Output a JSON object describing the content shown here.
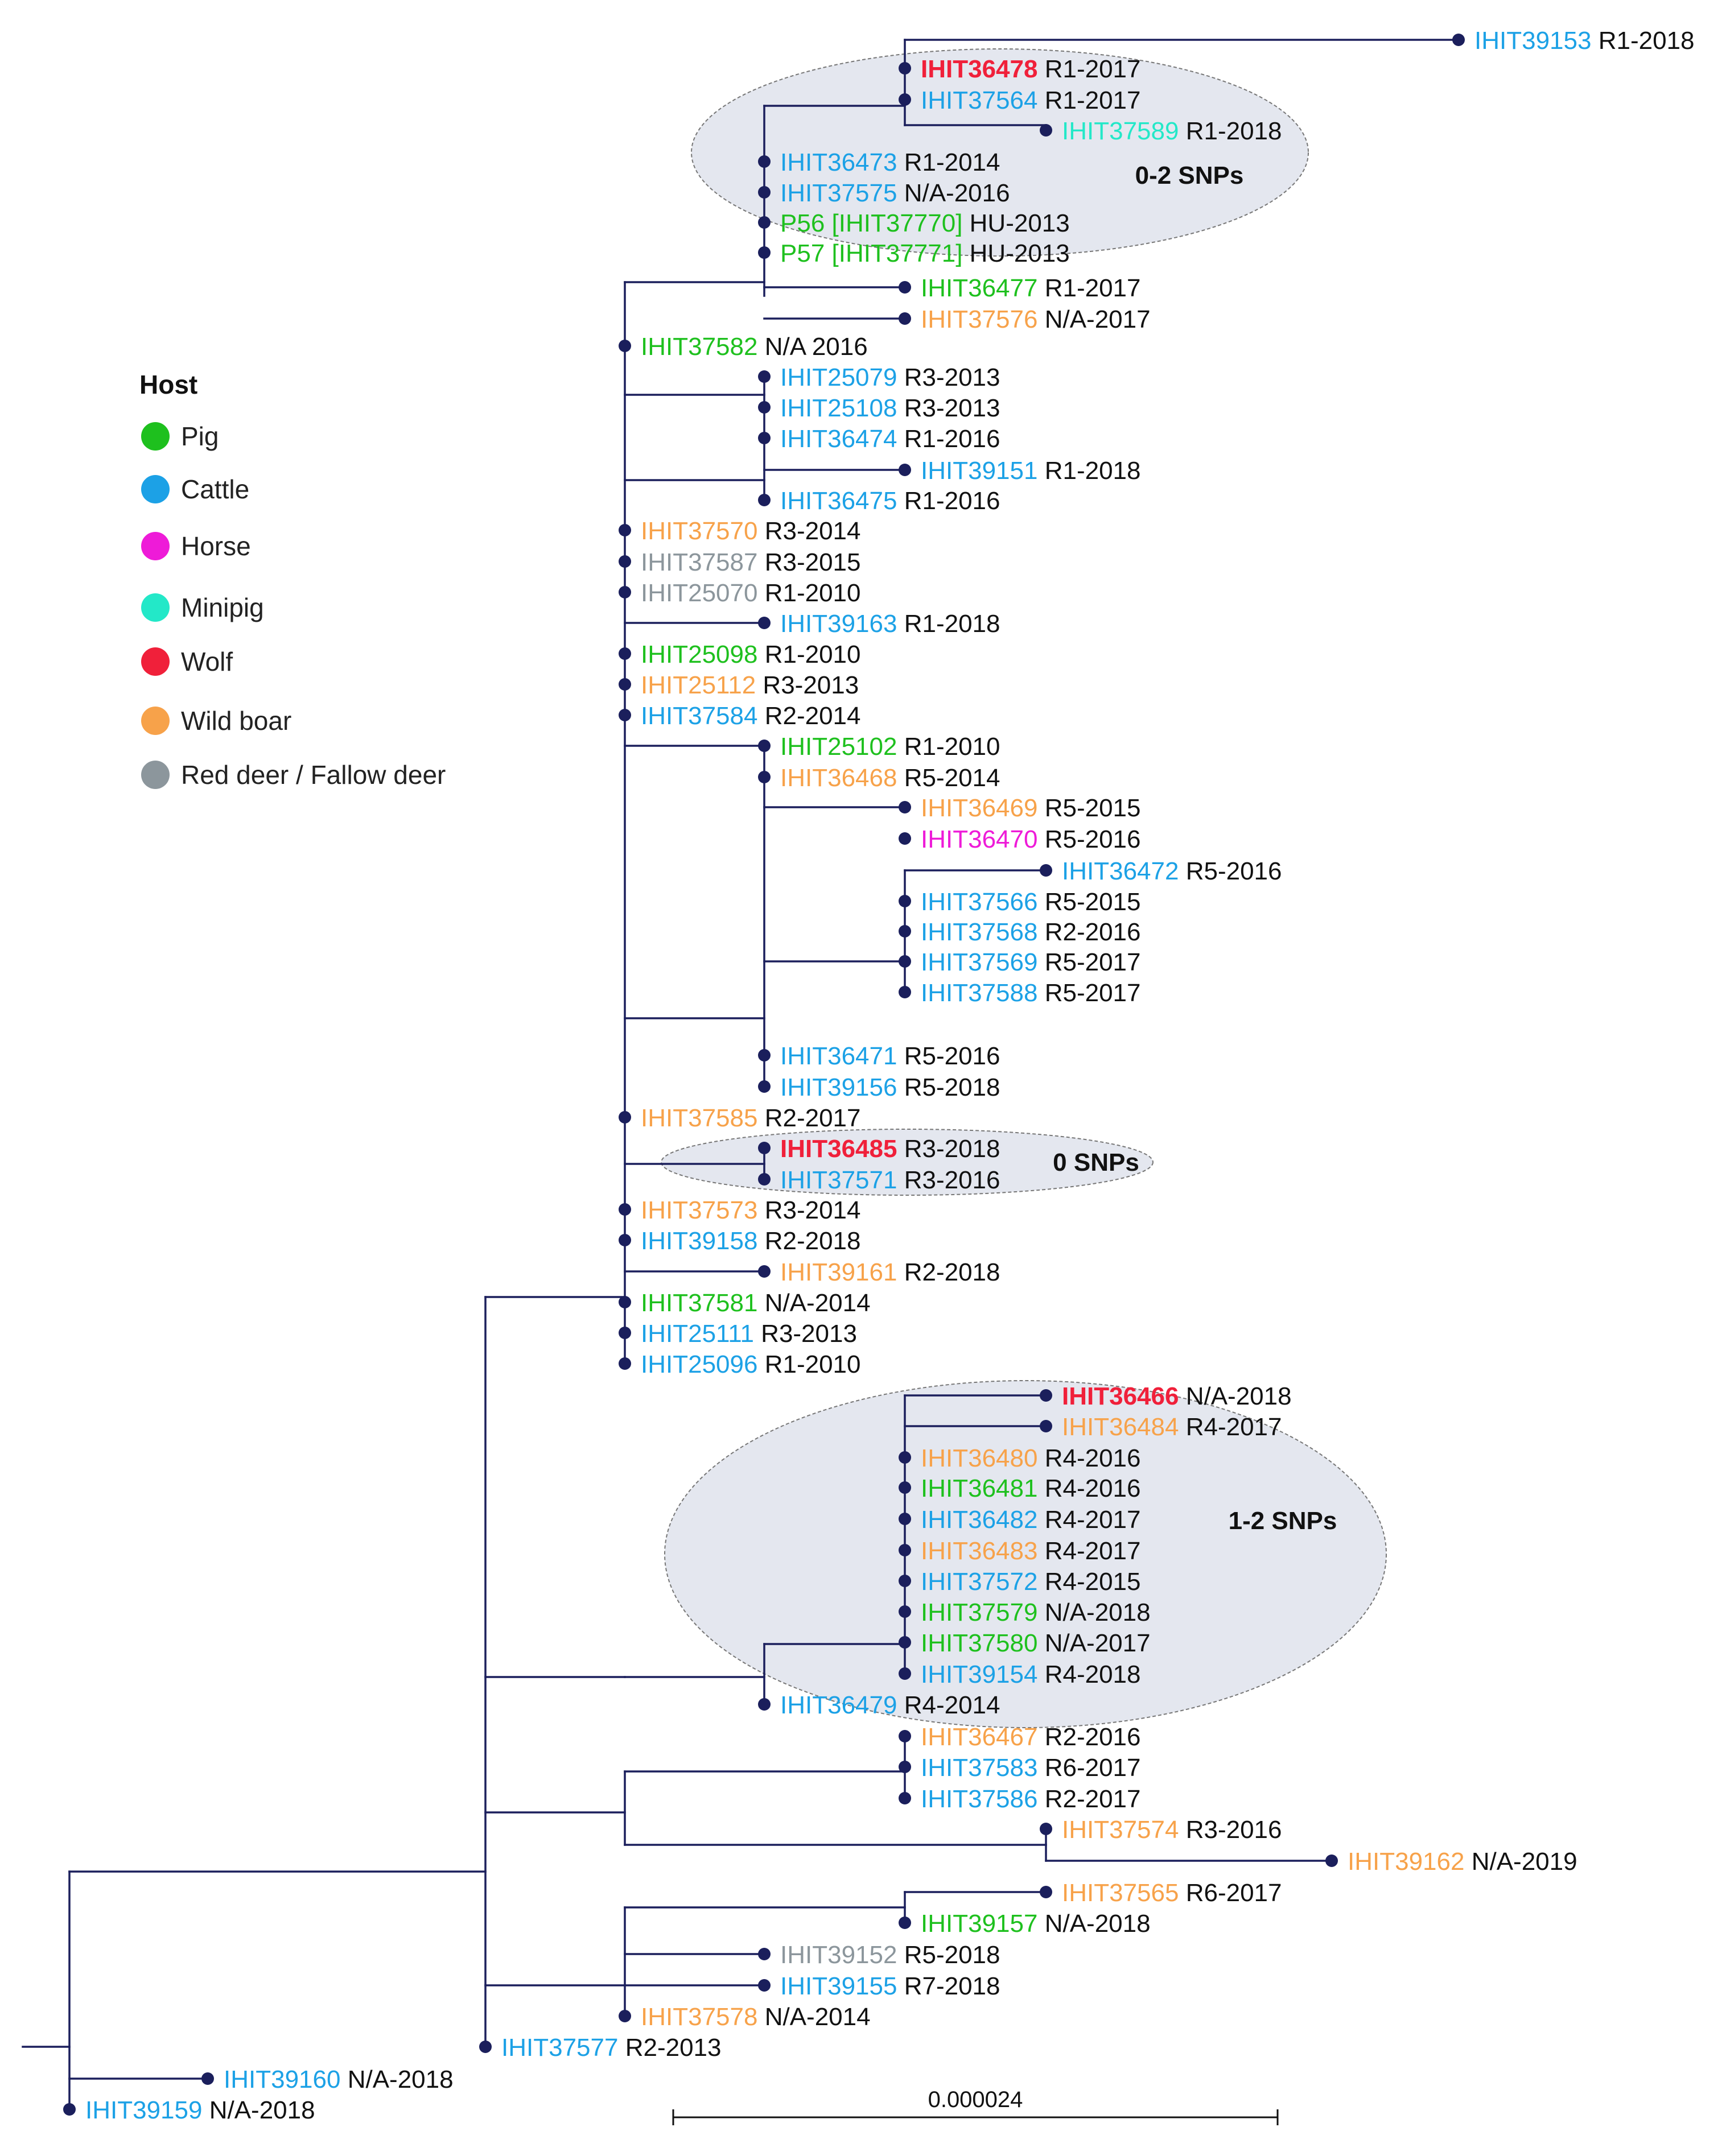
{
  "colors": {
    "branch": "#1b1f5c",
    "suffix": "#111111",
    "Pig": "#1ec01e",
    "Cattle": "#1ca1e6",
    "Horse": "#ee1bd8",
    "Minipig": "#23e8c8",
    "Wolf": "#f0203a",
    "Wild boar": "#f7a24a",
    "Red deer / Fallow deer": "#8c969c",
    "cluster_fill": "#e3e6ee",
    "cluster_stroke": "#777777"
  },
  "legend": {
    "title": "Host",
    "items": [
      {
        "label": "Pig",
        "color": "#1ec01e"
      },
      {
        "label": "Cattle",
        "color": "#1ca1e6"
      },
      {
        "label": "Horse",
        "color": "#ee1bd8"
      },
      {
        "label": "Minipig",
        "color": "#23e8c8"
      },
      {
        "label": "Wolf",
        "color": "#f0203a"
      },
      {
        "label": "Wild boar",
        "color": "#f7a24a"
      },
      {
        "label": "Red deer / Fallow deer",
        "color": "#8c969c"
      }
    ]
  },
  "clusters": [
    {
      "label": "0-2 SNPs"
    },
    {
      "label": "0 SNPs"
    },
    {
      "label": "1-2 SNPs"
    }
  ],
  "scale": {
    "label": "0.000024"
  },
  "tips": [
    {
      "id": "IHIT39153",
      "suffix": "R1-2018",
      "host": "Cattle"
    },
    {
      "id": "IHIT36478",
      "suffix": "R1-2017",
      "host": "Wolf",
      "bold": true
    },
    {
      "id": "IHIT37564",
      "suffix": "R1-2017",
      "host": "Cattle"
    },
    {
      "id": "IHIT37589",
      "suffix": "R1-2018",
      "host": "Minipig"
    },
    {
      "id": "IHIT36473",
      "suffix": "R1-2014",
      "host": "Cattle"
    },
    {
      "id": "IHIT37575",
      "suffix": "N/A-2016",
      "host": "Cattle"
    },
    {
      "id": "P56 [IHIT37770]",
      "suffix": "HU-2013",
      "host": "Pig"
    },
    {
      "id": "P57 [IHIT37771]",
      "suffix": "HU-2013",
      "host": "Pig"
    },
    {
      "id": "IHIT36477",
      "suffix": "R1-2017",
      "host": "Pig"
    },
    {
      "id": "IHIT37576",
      "suffix": "N/A-2017",
      "host": "Wild boar"
    },
    {
      "id": "IHIT37582",
      "suffix": "N/A 2016",
      "host": "Pig"
    },
    {
      "id": "IHIT25079",
      "suffix": "R3-2013",
      "host": "Cattle"
    },
    {
      "id": "IHIT25108",
      "suffix": "R3-2013",
      "host": "Cattle"
    },
    {
      "id": "IHIT36474",
      "suffix": "R1-2016",
      "host": "Cattle"
    },
    {
      "id": "IHIT39151",
      "suffix": "R1-2018",
      "host": "Cattle"
    },
    {
      "id": "IHIT36475",
      "suffix": "R1-2016",
      "host": "Cattle"
    },
    {
      "id": "IHIT37570",
      "suffix": "R3-2014",
      "host": "Wild boar"
    },
    {
      "id": "IHIT37587",
      "suffix": "R3-2015",
      "host": "Red deer / Fallow deer"
    },
    {
      "id": "IHIT25070",
      "suffix": "R1-2010",
      "host": "Red deer / Fallow deer"
    },
    {
      "id": "IHIT39163",
      "suffix": "R1-2018",
      "host": "Cattle"
    },
    {
      "id": "IHIT25098",
      "suffix": "R1-2010",
      "host": "Pig"
    },
    {
      "id": "IHIT25112",
      "suffix": "R3-2013",
      "host": "Wild boar"
    },
    {
      "id": "IHIT37584",
      "suffix": "R2-2014",
      "host": "Cattle"
    },
    {
      "id": "IHIT25102",
      "suffix": "R1-2010",
      "host": "Pig"
    },
    {
      "id": "IHIT36468",
      "suffix": "R5-2014",
      "host": "Wild boar"
    },
    {
      "id": "IHIT36469",
      "suffix": "R5-2015",
      "host": "Wild boar"
    },
    {
      "id": "IHIT36470",
      "suffix": "R5-2016",
      "host": "Horse"
    },
    {
      "id": "IHIT36472",
      "suffix": "R5-2016",
      "host": "Cattle"
    },
    {
      "id": "IHIT37566",
      "suffix": "R5-2015",
      "host": "Cattle"
    },
    {
      "id": "IHIT37568",
      "suffix": "R2-2016",
      "host": "Cattle"
    },
    {
      "id": "IHIT37569",
      "suffix": "R5-2017",
      "host": "Cattle"
    },
    {
      "id": "IHIT37588",
      "suffix": "R5-2017",
      "host": "Cattle"
    },
    {
      "id": "IHIT36471",
      "suffix": "R5-2016",
      "host": "Cattle"
    },
    {
      "id": "IHIT39156",
      "suffix": "R5-2018",
      "host": "Cattle"
    },
    {
      "id": "IHIT37585",
      "suffix": "R2-2017",
      "host": "Wild boar"
    },
    {
      "id": "IHIT36485",
      "suffix": "R3-2018",
      "host": "Wolf",
      "bold": true
    },
    {
      "id": "IHIT37571",
      "suffix": "R3-2016",
      "host": "Cattle"
    },
    {
      "id": "IHIT37573",
      "suffix": "R3-2014",
      "host": "Wild boar"
    },
    {
      "id": "IHIT39158",
      "suffix": "R2-2018",
      "host": "Cattle"
    },
    {
      "id": "IHIT39161",
      "suffix": "R2-2018",
      "host": "Wild boar"
    },
    {
      "id": "IHIT37581",
      "suffix": "N/A-2014",
      "host": "Pig"
    },
    {
      "id": "IHIT25111",
      "suffix": "R3-2013",
      "host": "Cattle"
    },
    {
      "id": "IHIT25096",
      "suffix": "R1-2010",
      "host": "Cattle"
    },
    {
      "id": "IHIT36466",
      "suffix": "N/A-2018",
      "host": "Wolf",
      "bold": true
    },
    {
      "id": "IHIT36484",
      "suffix": "R4-2017",
      "host": "Wild boar"
    },
    {
      "id": "IHIT36480",
      "suffix": "R4-2016",
      "host": "Wild boar"
    },
    {
      "id": "IHIT36481",
      "suffix": "R4-2016",
      "host": "Pig"
    },
    {
      "id": "IHIT36482",
      "suffix": "R4-2017",
      "host": "Cattle"
    },
    {
      "id": "IHIT36483",
      "suffix": "R4-2017",
      "host": "Wild boar"
    },
    {
      "id": "IHIT37572",
      "suffix": "R4-2015",
      "host": "Cattle"
    },
    {
      "id": "IHIT37579",
      "suffix": "N/A-2018",
      "host": "Pig"
    },
    {
      "id": "IHIT37580",
      "suffix": "N/A-2017",
      "host": "Pig"
    },
    {
      "id": "IHIT39154",
      "suffix": "R4-2018",
      "host": "Cattle"
    },
    {
      "id": "IHIT36479",
      "suffix": "R4-2014",
      "host": "Cattle"
    },
    {
      "id": "IHIT36467",
      "suffix": "R2-2016",
      "host": "Wild boar"
    },
    {
      "id": "IHIT37583",
      "suffix": "R6-2017",
      "host": "Cattle"
    },
    {
      "id": "IHIT37586",
      "suffix": "R2-2017",
      "host": "Cattle"
    },
    {
      "id": "IHIT37574",
      "suffix": "R3-2016",
      "host": "Wild boar"
    },
    {
      "id": "IHIT39162",
      "suffix": "N/A-2019",
      "host": "Wild boar"
    },
    {
      "id": "IHIT37565",
      "suffix": "R6-2017",
      "host": "Wild boar"
    },
    {
      "id": "IHIT39157",
      "suffix": "N/A-2018",
      "host": "Pig"
    },
    {
      "id": "IHIT39152",
      "suffix": "R5-2018",
      "host": "Red deer / Fallow deer"
    },
    {
      "id": "IHIT39155",
      "suffix": "R7-2018",
      "host": "Cattle"
    },
    {
      "id": "IHIT37578",
      "suffix": "N/A-2014",
      "host": "Wild boar"
    },
    {
      "id": "IHIT37577",
      "suffix": "R2-2013",
      "host": "Cattle"
    },
    {
      "id": "IHIT39160",
      "suffix": "N/A-2018",
      "host": "Cattle"
    },
    {
      "id": "IHIT39159",
      "suffix": "N/A-2018",
      "host": "Cattle"
    }
  ]
}
